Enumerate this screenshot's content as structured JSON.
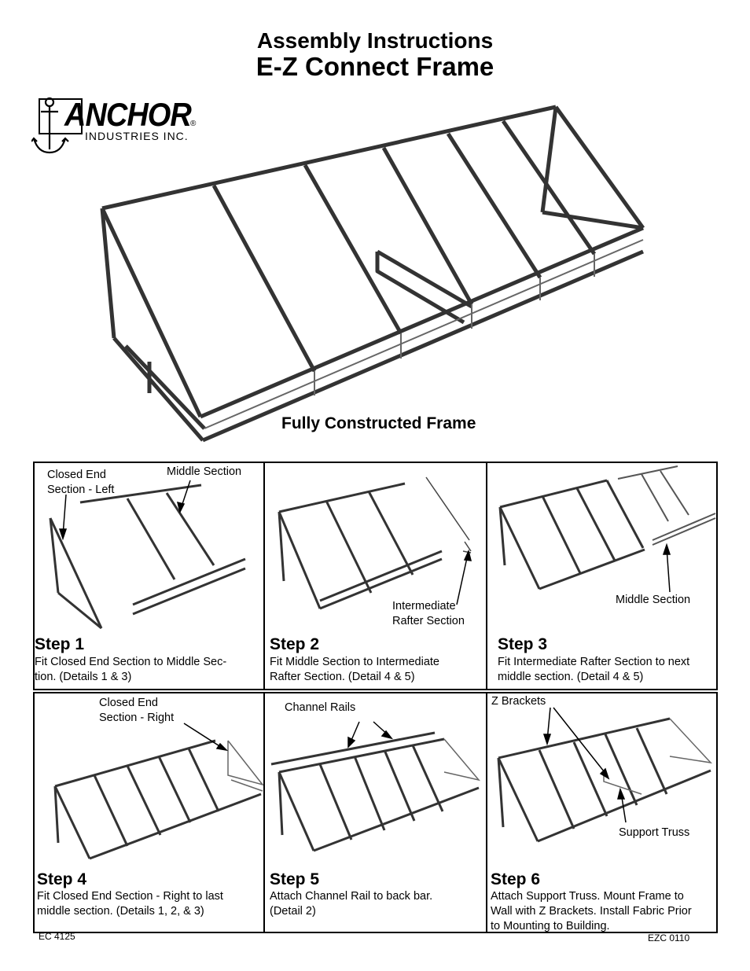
{
  "header": {
    "title_line1": "Assembly Instructions",
    "title_line2": "E-Z Connect Frame"
  },
  "logo": {
    "brand": "ANCHOR",
    "subtitle": "INDUSTRIES INC.",
    "registered": "®",
    "icon": "anchor-icon"
  },
  "hero": {
    "caption": "Fully Constructed Frame"
  },
  "steps": [
    {
      "title": "Step 1",
      "description_line1": "Fit Closed End Section to Middle Sec-",
      "description_line2": "tion.  (Details 1 & 3)",
      "callouts": [
        "Closed End",
        "Section - Left",
        "Middle Section"
      ]
    },
    {
      "title": "Step 2",
      "description_line1": "Fit Middle Section to Intermediate",
      "description_line2": "Rafter Section.   (Detail 4 & 5)",
      "callouts": [
        "Intermediate",
        "Rafter Section"
      ]
    },
    {
      "title": "Step 3",
      "description_line1": "Fit Intermediate Rafter Section to next",
      "description_line2": "middle section.  (Detail 4 & 5)",
      "callouts": [
        "Middle Section"
      ]
    },
    {
      "title": "Step 4",
      "description_line1": "Fit Closed End Section - Right to last",
      "description_line2": "middle section.  (Details 1, 2, & 3)",
      "callouts": [
        "Closed End",
        "Section - Right"
      ]
    },
    {
      "title": "Step 5",
      "description_line1": "Attach Channel Rail to back bar.",
      "description_line2": "(Detail 2)",
      "callouts": [
        "Channel Rails"
      ]
    },
    {
      "title": "Step 6",
      "description_line1": "Attach Support Truss.  Mount Frame to",
      "description_line2": "Wall with Z Brackets.  Install Fabric Prior",
      "description_line3": "to Mounting to Building.",
      "callouts": [
        "Z Brackets",
        "Support Truss"
      ]
    }
  ],
  "footer": {
    "left_code": "EC 4125",
    "right_code": "EZC 0110"
  }
}
